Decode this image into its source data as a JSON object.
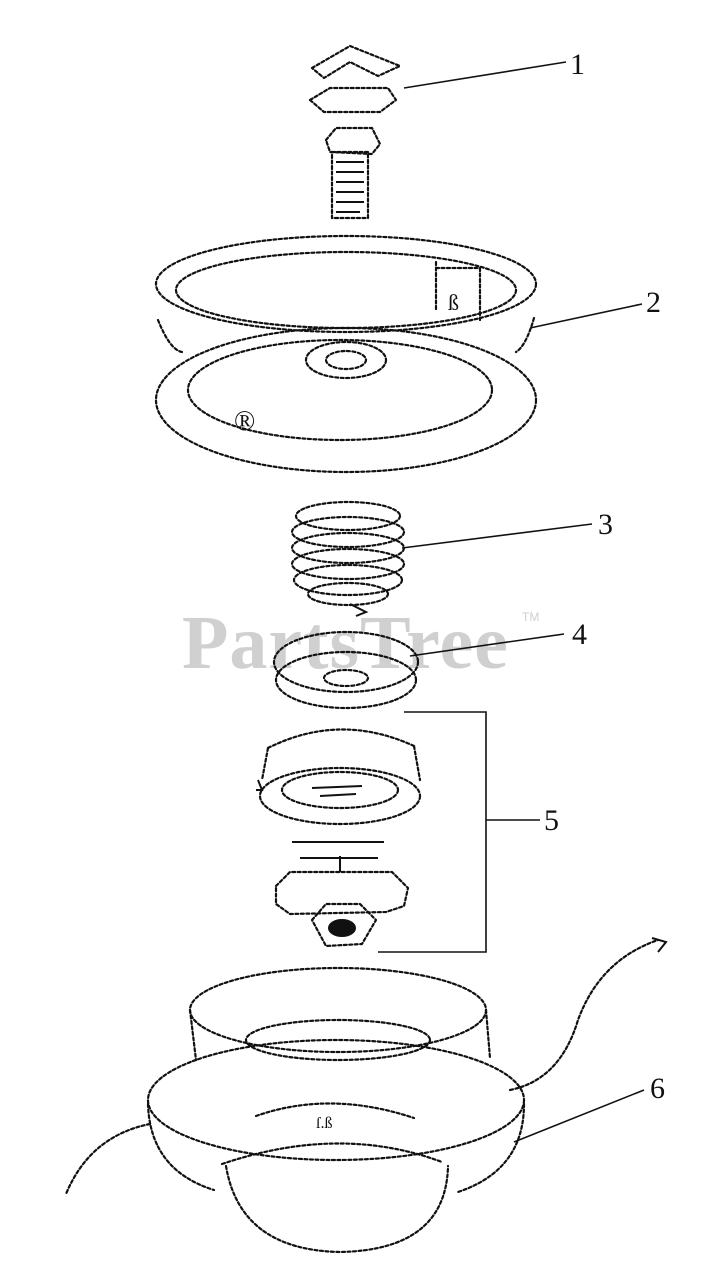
{
  "watermark": {
    "text": "PartsTree",
    "trademark": "TM"
  },
  "callouts": [
    {
      "label": "1"
    },
    {
      "label": "2"
    },
    {
      "label": "3"
    },
    {
      "label": "4"
    },
    {
      "label": "5"
    },
    {
      "label": "6"
    }
  ],
  "colors": {
    "line": "#111111",
    "watermark": "#d0d0d0",
    "background": "#ffffff"
  }
}
